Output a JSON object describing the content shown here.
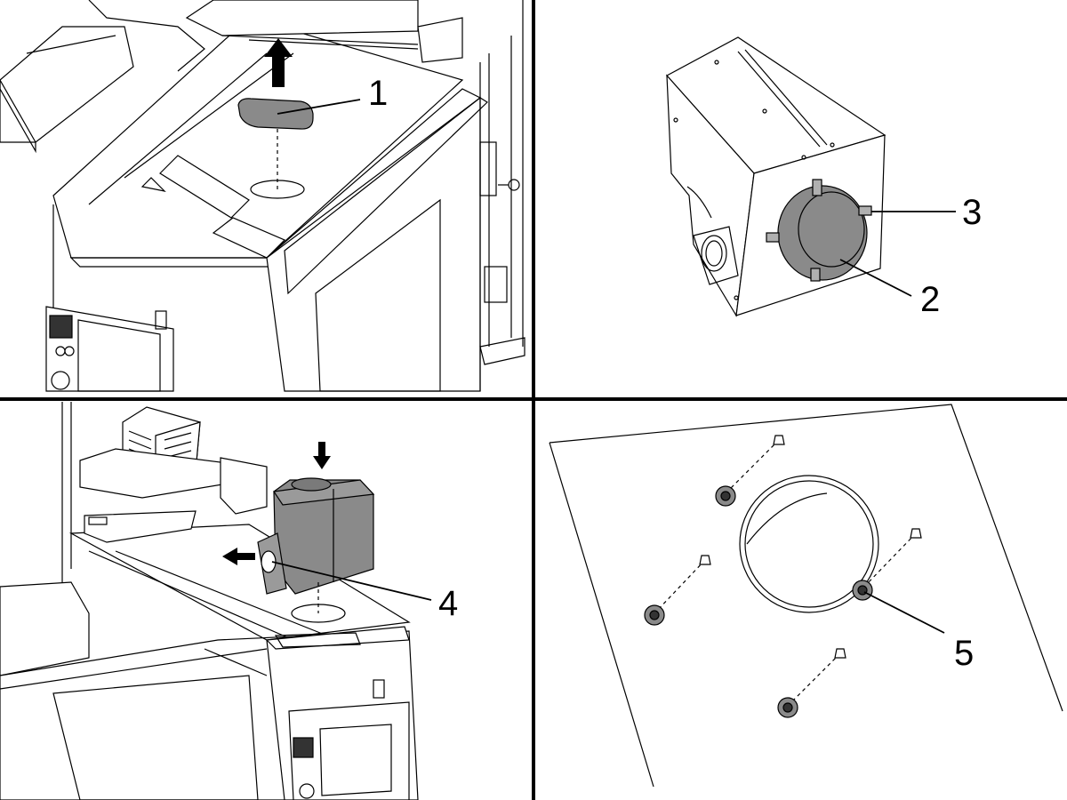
{
  "panels": [
    {
      "id": "top-left",
      "callouts": [
        {
          "label": "1"
        }
      ]
    },
    {
      "id": "top-right",
      "callouts": [
        {
          "label": "3"
        },
        {
          "label": "2"
        }
      ]
    },
    {
      "id": "bottom-left",
      "callouts": [
        {
          "label": "4"
        }
      ]
    },
    {
      "id": "bottom-right",
      "callouts": [
        {
          "label": "5"
        }
      ]
    }
  ],
  "colors": {
    "line": "#000000",
    "part_fill": "#8a8a8a",
    "background": "#ffffff"
  }
}
